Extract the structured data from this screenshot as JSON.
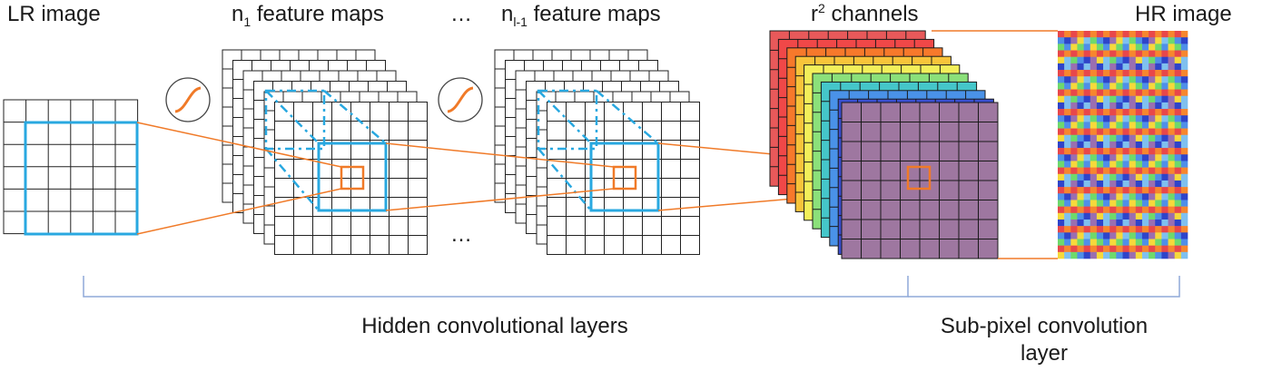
{
  "labels": {
    "lr_image": "LR image",
    "n1_prefix": "n",
    "n1_sub": "1",
    "n1_suffix": " feature maps",
    "ellipsis": "…",
    "nl_prefix": "n",
    "nl_sub": "l-1",
    "nl_suffix": " feature maps",
    "r2_prefix": "r",
    "r2_sup": "2",
    "r2_suffix": " channels",
    "hr_image": "HR image",
    "hidden_layers": "Hidden convolutional layers",
    "subpixel_line1": "Sub-pixel convolution",
    "subpixel_line2": "layer",
    "ellipsis_mid": "…"
  },
  "icons": [
    "sigmoid-activation-icon",
    "sigmoid-activation-icon"
  ],
  "colors": {
    "grid_line": "#222222",
    "highlight_blue": "#29a8e0",
    "highlight_orange": "#f07a28",
    "bracket": "#8fa9d8",
    "channel_stack": [
      "#e8595a",
      "#f04848",
      "#f7792b",
      "#f8c43a",
      "#f2ef5a",
      "#8be07a",
      "#45c6c9",
      "#4a92e8",
      "#3a4fcf"
    ],
    "front_channel": "#9e77a0",
    "hr_palette": [
      "#e8474a",
      "#f6d93b",
      "#6ed96c",
      "#4f8fe8",
      "#2f44c9",
      "#7fc0ef",
      "#9a6fb0",
      "#f7862e"
    ]
  }
}
